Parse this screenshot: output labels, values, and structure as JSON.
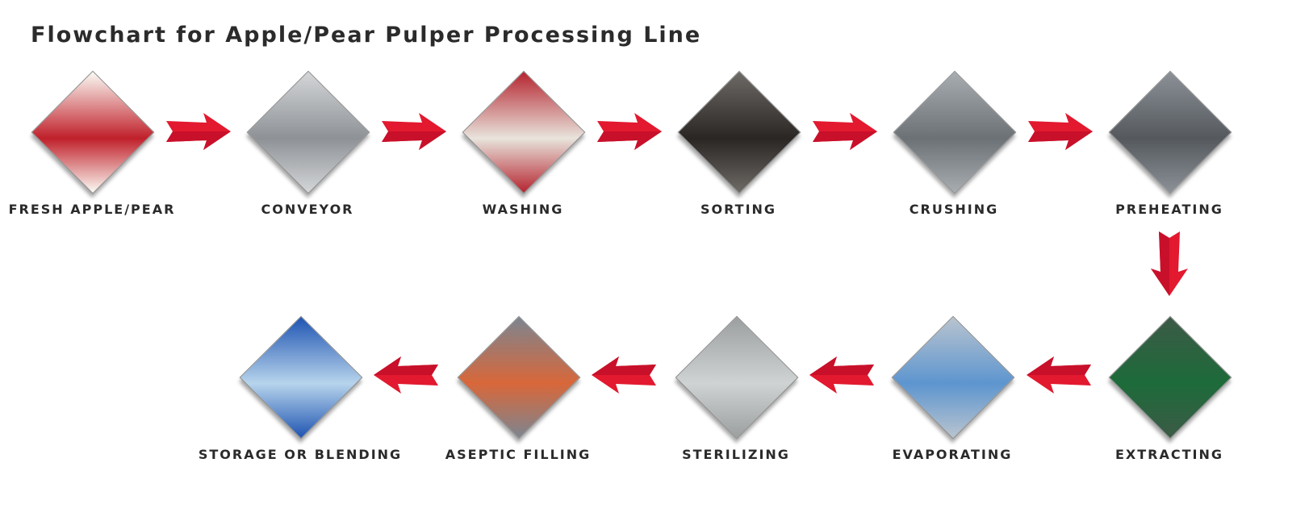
{
  "title": "Flowchart for Apple/Pear Pulper Processing Line",
  "colors": {
    "arrow": "#e2192f",
    "arrow_shade": "#c8102a",
    "label": "#2a2a2a"
  },
  "steps": [
    {
      "label": "FRESH APPLE/PEAR",
      "image": "fruit-photo",
      "bg": "#fbfbf5",
      "accent": "#c0202a"
    },
    {
      "label": "CONVEYOR",
      "image": "conveyor-photo",
      "bg": "#d4d6d8",
      "accent": "#8e9296"
    },
    {
      "label": "WASHING",
      "image": "washing-photo",
      "bg": "#b5242f",
      "accent": "#e8e4dc"
    },
    {
      "label": "SORTING",
      "image": "sorting-photo",
      "bg": "#6e6a66",
      "accent": "#2a2624"
    },
    {
      "label": "CRUSHING",
      "image": "crushing-photo",
      "bg": "#a8adb2",
      "accent": "#6c7176"
    },
    {
      "label": "PREHEATING",
      "image": "preheating-photo",
      "bg": "#8b9197",
      "accent": "#55595e"
    },
    {
      "label": "EXTRACTING",
      "image": "extracting-photo",
      "bg": "#3c5a46",
      "accent": "#1d6b3a"
    },
    {
      "label": "EVAPORATING",
      "image": "evaporating-photo",
      "bg": "#b9c4cf",
      "accent": "#5d95cf"
    },
    {
      "label": "STERILIZING",
      "image": "sterilizing-photo",
      "bg": "#9c9f9f",
      "accent": "#cfd3d3"
    },
    {
      "label": "ASEPTIC FILLING",
      "image": "aseptic-filling-photo",
      "bg": "#7c8590",
      "accent": "#d8673a"
    },
    {
      "label": "STORAGE OR BLENDING",
      "image": "storage-drums-photo",
      "bg": "#1f54b2",
      "accent": "#b7d4ec"
    }
  ],
  "arrows": [
    {
      "direction": "right"
    },
    {
      "direction": "right"
    },
    {
      "direction": "right"
    },
    {
      "direction": "right"
    },
    {
      "direction": "right"
    },
    {
      "direction": "down"
    },
    {
      "direction": "left"
    },
    {
      "direction": "left"
    },
    {
      "direction": "left"
    },
    {
      "direction": "left"
    }
  ]
}
